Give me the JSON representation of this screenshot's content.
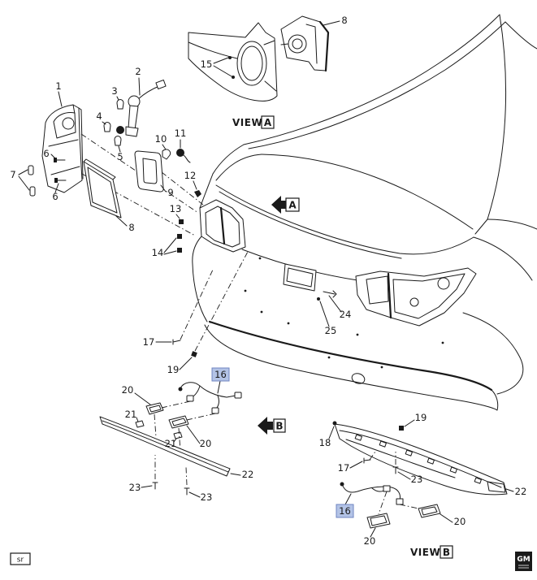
{
  "diagram": {
    "view_a": {
      "title": "VIEW",
      "letter": "A",
      "lamp_callout": "8",
      "fastener_callout": "15"
    },
    "lamp_group": {
      "c1": "1",
      "c2": "2",
      "c3": "3",
      "c4": "4",
      "c5": "5",
      "c6_upper": "6",
      "c6_lower": "6",
      "c7": "7",
      "c8": "8",
      "c9": "9",
      "c10": "10",
      "c11": "11",
      "c12": "12",
      "c13": "13",
      "c14": "14"
    },
    "vehicle": {
      "view_arrow_letter": "A",
      "c17": "17",
      "c19": "19",
      "c24": "24",
      "c25": "25"
    },
    "garnish_group": {
      "view_arrow_letter": "B",
      "c16": "16",
      "c20_left": "20",
      "c20_right": "20",
      "c21_left": "21",
      "c21_right": "21",
      "c22": "22",
      "c23_left": "23",
      "c23_right": "23"
    },
    "view_b": {
      "title": "VIEW",
      "letter": "B",
      "c16": "16",
      "c17": "17",
      "c18": "18",
      "c19": "19",
      "c20_upper": "20",
      "c20_lower": "20",
      "c22": "22",
      "c23": "23"
    }
  },
  "footer": {
    "tag": "sr",
    "logo": "GM"
  },
  "colors": {
    "line": "#1a1a1a",
    "highlight_fill": "#b3c3e6",
    "highlight_border": "#6f86c2"
  }
}
